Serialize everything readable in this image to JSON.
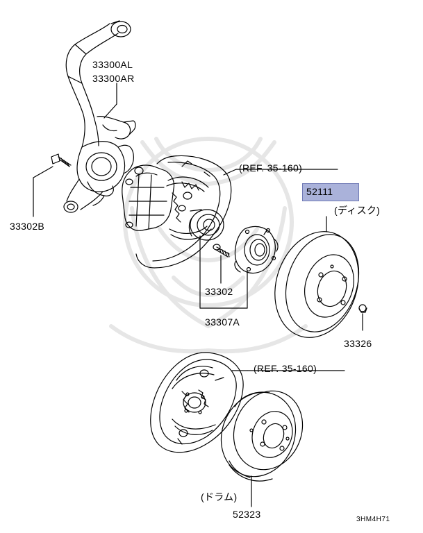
{
  "labels": {
    "knuckle_l": "33300AL",
    "knuckle_r": "33300AR",
    "bolt": "33302B",
    "ref_upper": "(REF. 35-160)",
    "disc_part": "52111",
    "disc_note": "(ディスク)",
    "stud": "33302",
    "hub_assy": "33307A",
    "nut": "33326",
    "ref_lower": "(REF. 35-160)",
    "drum_note": "(ドラム)",
    "drum_part": "52323",
    "diagram_code": "3HM4H71"
  },
  "colors": {
    "line": "#000000",
    "watermark": "#e6e6e6",
    "highlight_fill": "#aab2da",
    "highlight_border": "#6f79b5"
  }
}
